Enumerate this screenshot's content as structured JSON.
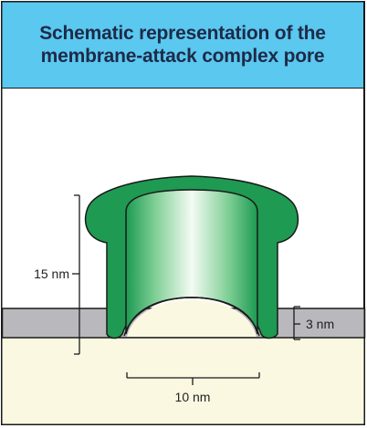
{
  "title": {
    "line1": "Schematic representation of the",
    "line2": "membrane-attack complex pore"
  },
  "labels": {
    "height": "15 nm",
    "membrane_thickness": "3 nm",
    "pore_diameter": "10 nm"
  },
  "colors": {
    "header_bg": "#5ac8ef",
    "title_text": "#1e2a48",
    "pore_green": "#1f9a52",
    "membrane_gray": "#b9b9bd",
    "interior_cream": "#fbf8e2",
    "outline": "#1a1a1a"
  }
}
